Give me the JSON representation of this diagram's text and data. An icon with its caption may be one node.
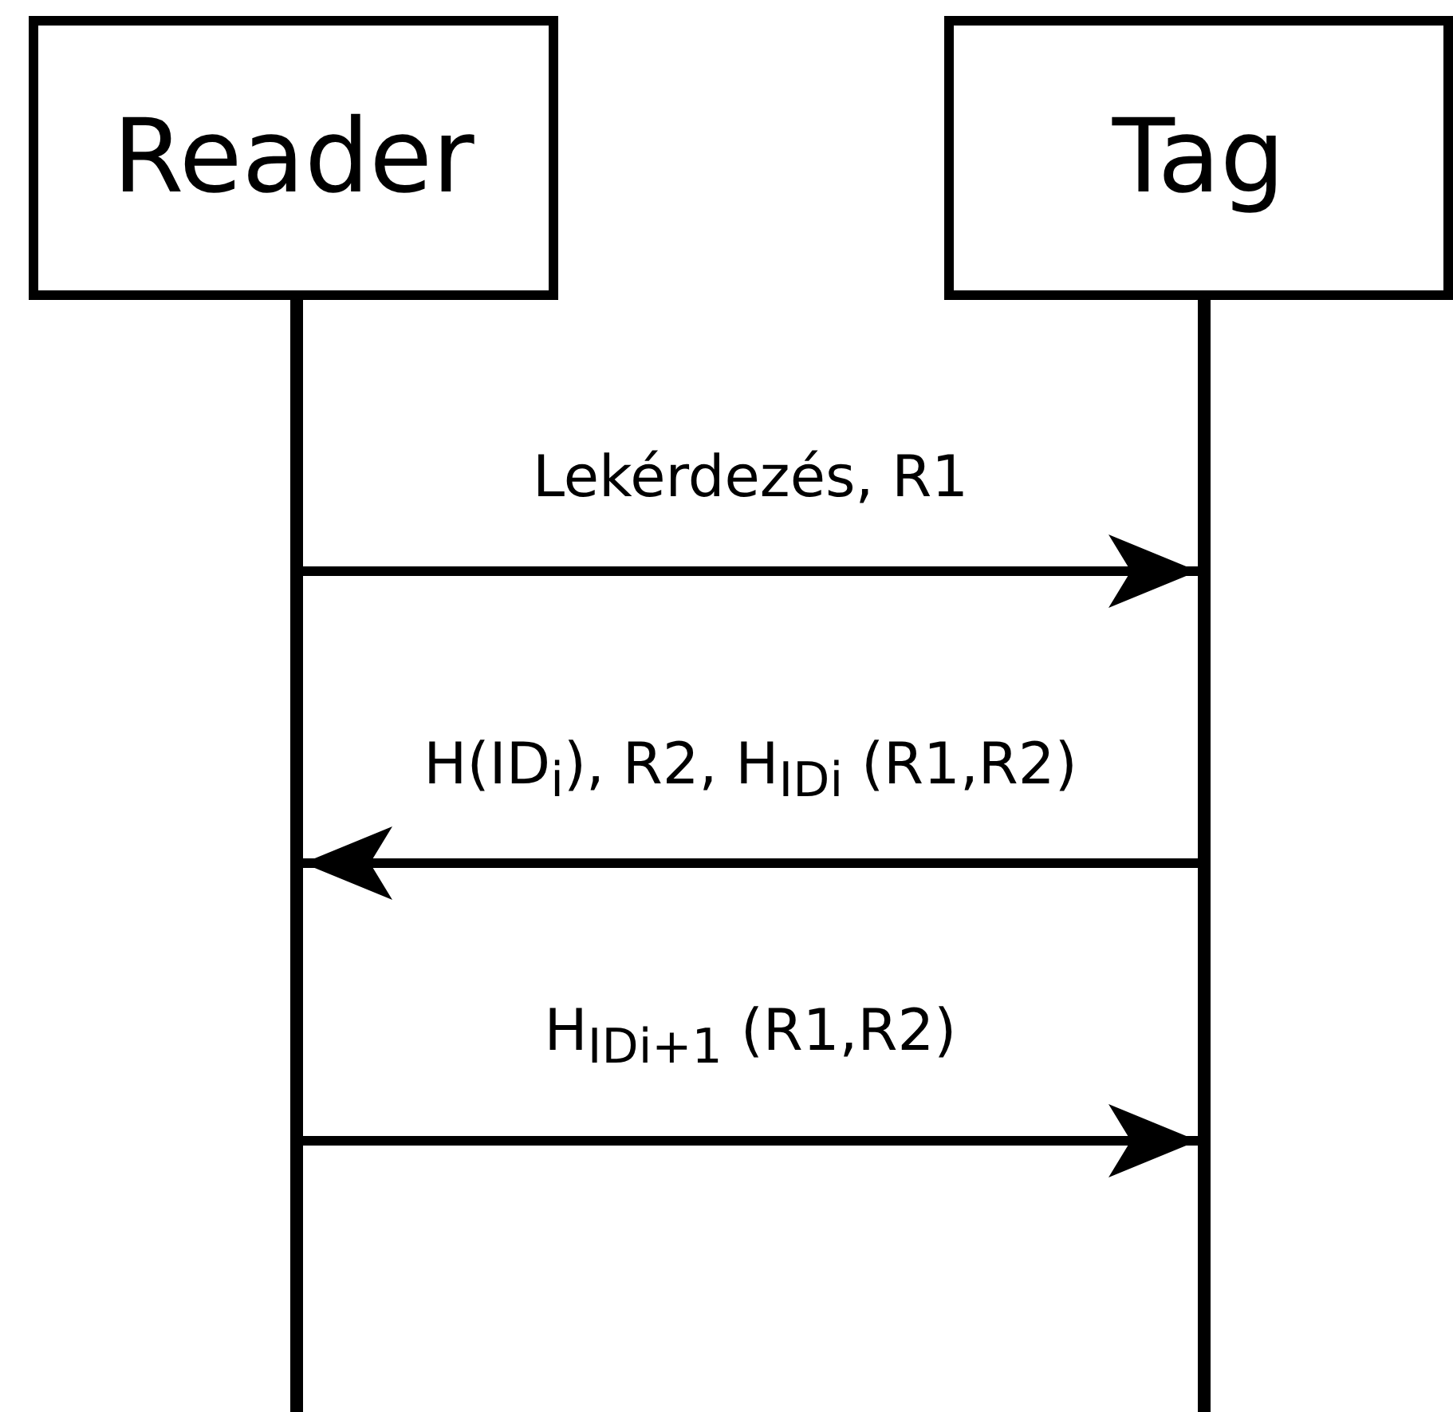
{
  "diagram": {
    "nodes": [
      {
        "text": [
          "Reader"
        ]
      },
      {
        "text": [
          "Tag"
        ]
      },
      {
        "text": [],
        "shape": "bar"
      },
      {
        "text": [],
        "shape": "bar"
      }
    ],
    "edges": [
      {
        "from": 2,
        "to": 3,
        "arrow": "to",
        "label": "Lekérdezés, R1"
      },
      {
        "from": 3,
        "to": 2,
        "arrow": "to",
        "label": "H(ID$_{i}$), R2, H$_{IDi}$ (R1,R2)"
      },
      {
        "from": 2,
        "to": 3,
        "arrow": "to",
        "label": "H$_{IDi+1}$ (R1,R2)"
      }
    ]
  }
}
